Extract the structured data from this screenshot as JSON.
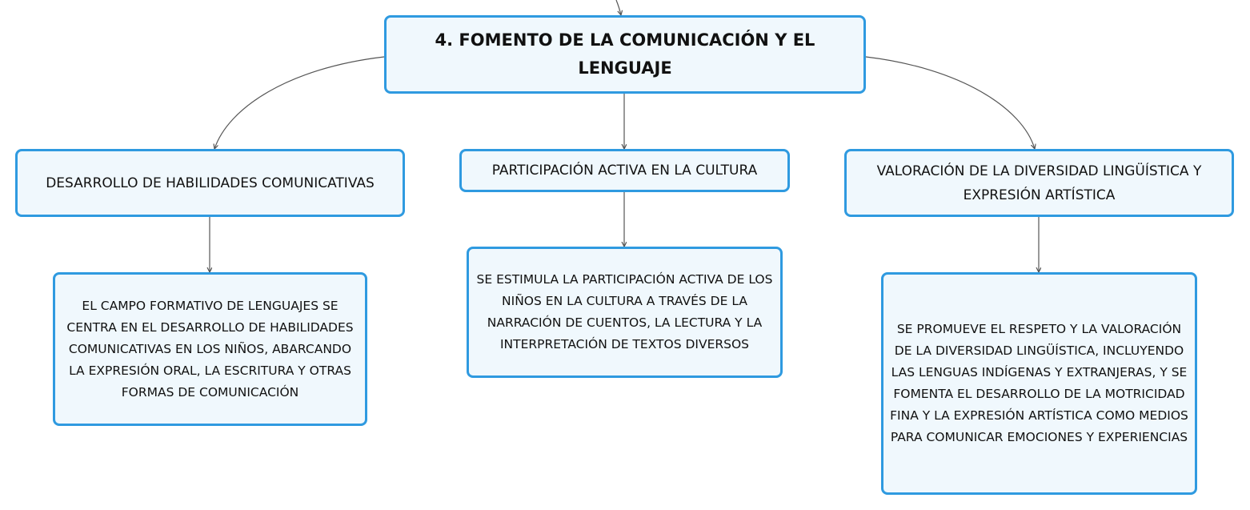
{
  "diagram": {
    "root": {
      "label": "4. FOMENTO DE LA COMUNICACIÓN Y EL LENGUAJE"
    },
    "branches": [
      {
        "label": "DESARROLLO DE HABILIDADES COMUNICATIVAS",
        "detail": "EL CAMPO FORMATIVO DE LENGUAJES SE CENTRA EN EL DESARROLLO DE HABILIDADES COMUNICATIVAS EN LOS NIÑOS, ABARCANDO LA EXPRESIÓN ORAL, LA ESCRITURA Y OTRAS FORMAS DE COMUNICACIÓN"
      },
      {
        "label": "PARTICIPACIÓN ACTIVA EN LA CULTURA",
        "detail": "SE ESTIMULA LA PARTICIPACIÓN ACTIVA DE LOS NIÑOS EN LA CULTURA A TRAVÉS DE LA NARRACIÓN DE CUENTOS, LA LECTURA Y LA INTERPRETACIÓN DE TEXTOS DIVERSOS"
      },
      {
        "label": "VALORACIÓN DE LA DIVERSIDAD LINGÜÍSTICA Y EXPRESIÓN ARTÍSTICA",
        "detail": "SE PROMUEVE EL RESPETO Y LA VALORACIÓN DE LA DIVERSIDAD LINGÜÍSTICA, INCLUYENDO LAS LENGUAS INDÍGENAS Y EXTRANJERAS, Y SE FOMENTA EL DESARROLLO DE LA MOTRICIDAD FINA Y LA EXPRESIÓN ARTÍSTICA COMO MEDIOS PARA COMUNICAR EMOCIONES Y EXPERIENCIAS"
      }
    ],
    "colors": {
      "node_border": "#2f9ae0",
      "node_fill": "#f0f8fd",
      "connector": "#555555",
      "text": "#111111"
    }
  }
}
